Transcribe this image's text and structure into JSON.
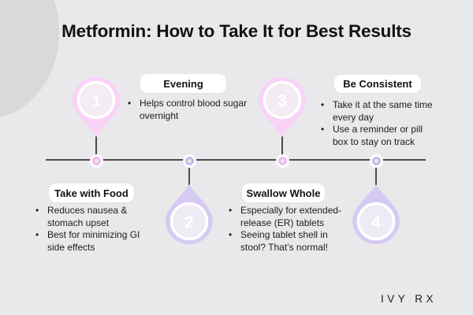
{
  "title": "Metformin: How to Take It for Best Results",
  "brand": {
    "logo": "IVY RX"
  },
  "colors": {
    "background": "#e9e8ea",
    "blob": "#d9d8da",
    "pink": "#f8d2f7",
    "pink_ring": "#f2baee",
    "lavender": "#d6c9f2",
    "lavender_ring": "#c7baeb",
    "timeline": "#4d4b4d",
    "card_background": "#ffffff",
    "text": "#1c1c1c"
  },
  "sections": [
    {
      "number": "1",
      "title": "Evening",
      "placement": "top",
      "accent": "pink",
      "bullets": [
        [
          "Helps control blood sugar",
          "overnight"
        ]
      ]
    },
    {
      "number": "2",
      "title": "Take with Food",
      "placement": "bottom",
      "accent": "lavender",
      "bullets": [
        [
          "Reduces nausea &",
          "stomach upset"
        ],
        [
          "Best for minimizing GI",
          "side effects"
        ]
      ]
    },
    {
      "number": "3",
      "title": "Be Consistent",
      "placement": "top",
      "accent": "pink",
      "bullets": [
        [
          "Take it at the same time",
          "every day"
        ],
        [
          " Use a reminder or pill",
          "box to stay on track"
        ]
      ]
    },
    {
      "number": "4",
      "title": "Swallow Whole",
      "placement": "bottom",
      "accent": "lavender",
      "bullets": [
        [
          "Especially for extended-",
          "release (ER) tablets"
        ],
        [
          "Seeing tablet shell in",
          "stool? That’s normal!"
        ]
      ]
    }
  ]
}
